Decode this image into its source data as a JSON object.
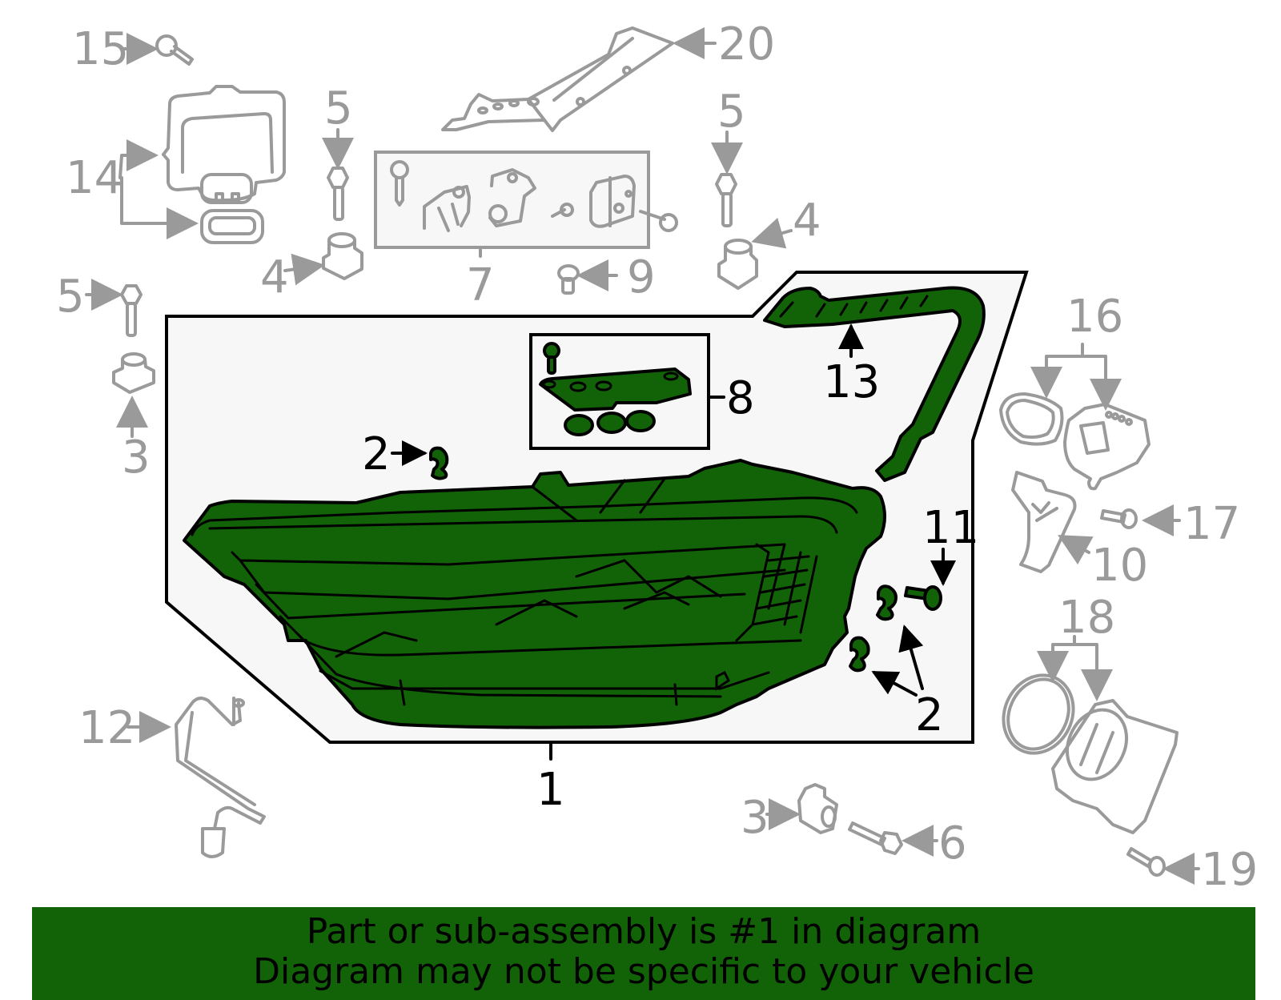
{
  "colors": {
    "highlight_green": "#126207",
    "callout_gray": "#9a9a9a",
    "panel_fill": "#f7f7f7",
    "outline_black": "#000000"
  },
  "callouts": {
    "c1": "1",
    "c2_top": "2",
    "c2_bottom": "2",
    "c3_left": "3",
    "c3_bottom": "3",
    "c4_left": "4",
    "c4_right": "4",
    "c5_left_top": "5",
    "c5_right_top": "5",
    "c5_far_left": "5",
    "c6": "6",
    "c7": "7",
    "c8": "8",
    "c9": "9",
    "c10": "10",
    "c11": "11",
    "c12": "12",
    "c13": "13",
    "c14": "14",
    "c15": "15",
    "c16": "16",
    "c17": "17",
    "c18": "18",
    "c19": "19",
    "c20": "20"
  },
  "highlighted_parts": [
    "1",
    "2",
    "8",
    "11",
    "13"
  ],
  "banner": {
    "line1": "Part or sub-assembly is #1 in diagram",
    "line2": "Diagram may not be specific to your vehicle"
  }
}
